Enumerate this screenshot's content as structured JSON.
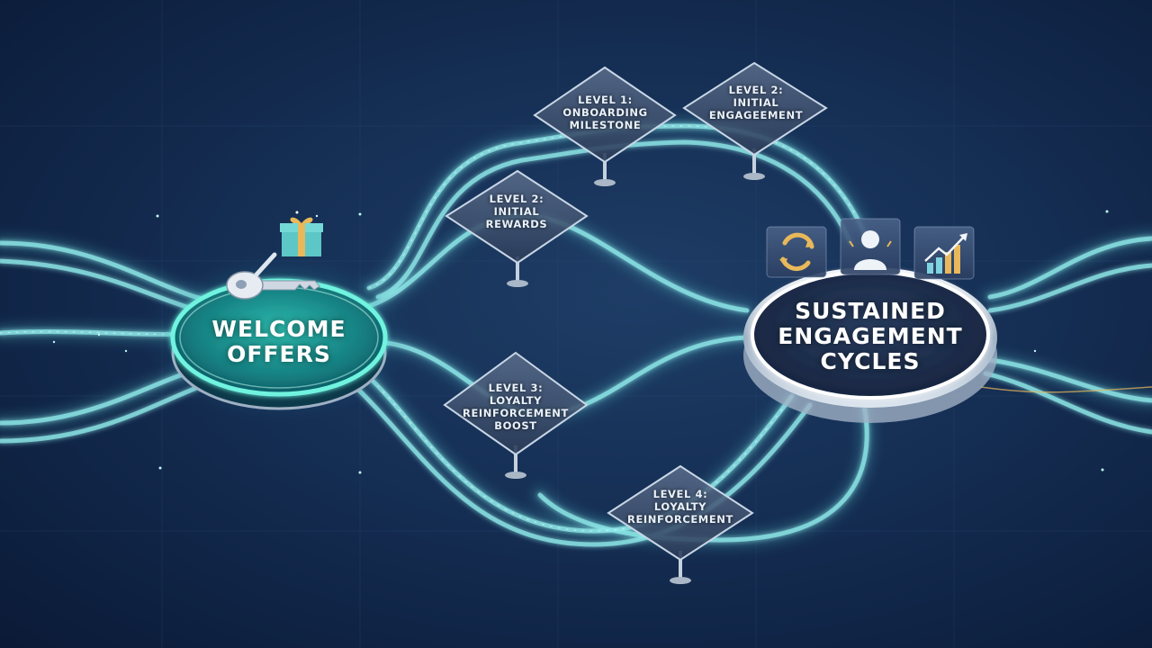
{
  "hubs": {
    "welcome": {
      "line1": "WELCOME",
      "line2": "OFFERS"
    },
    "sustained": {
      "line1": "SUSTAINED",
      "line2": "ENGAGEMENT",
      "line3": "CYCLES"
    }
  },
  "milestones": [
    {
      "lines": [
        "LEVEL 1:",
        "ONBOARDING",
        "MILESTONE"
      ]
    },
    {
      "lines": [
        "LEVEL 2:",
        "INITIAL",
        "ENGAGEEMENT"
      ]
    },
    {
      "lines": [
        "LEVEL 2:",
        "INITIAL",
        "REWARDS"
      ]
    },
    {
      "lines": [
        "LEVEL 3:",
        "LOYALTY",
        "REINFORCEMENT",
        "BOOST"
      ]
    },
    {
      "lines": [
        "LEVEL 4:",
        "LOYALTY",
        "REINFORCEMENT"
      ]
    }
  ],
  "icons": [
    "gift-icon",
    "key-icon",
    "refresh-cycle-icon",
    "user-icon",
    "growth-chart-icon"
  ],
  "colors": {
    "background": "#163056",
    "path_glow": "#6fe0e4",
    "hub_rim_teal": "#5df0da",
    "hub_rim_silver": "#e8eef5",
    "accent_gold": "#e8b85a"
  }
}
